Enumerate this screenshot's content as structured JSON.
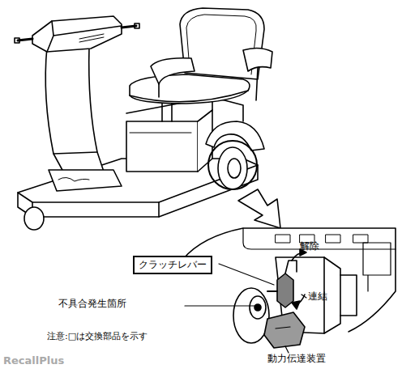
{
  "diagram": {
    "nodes": [
      {
        "text": [
          "クラッチレバー"
        ]
      }
    ],
    "labels": [
      "解除",
      "連結",
      "不具合発生箇所",
      "注意:□は交換部品を示す",
      "動力伝達装置",
      "RecallPlus"
    ]
  }
}
